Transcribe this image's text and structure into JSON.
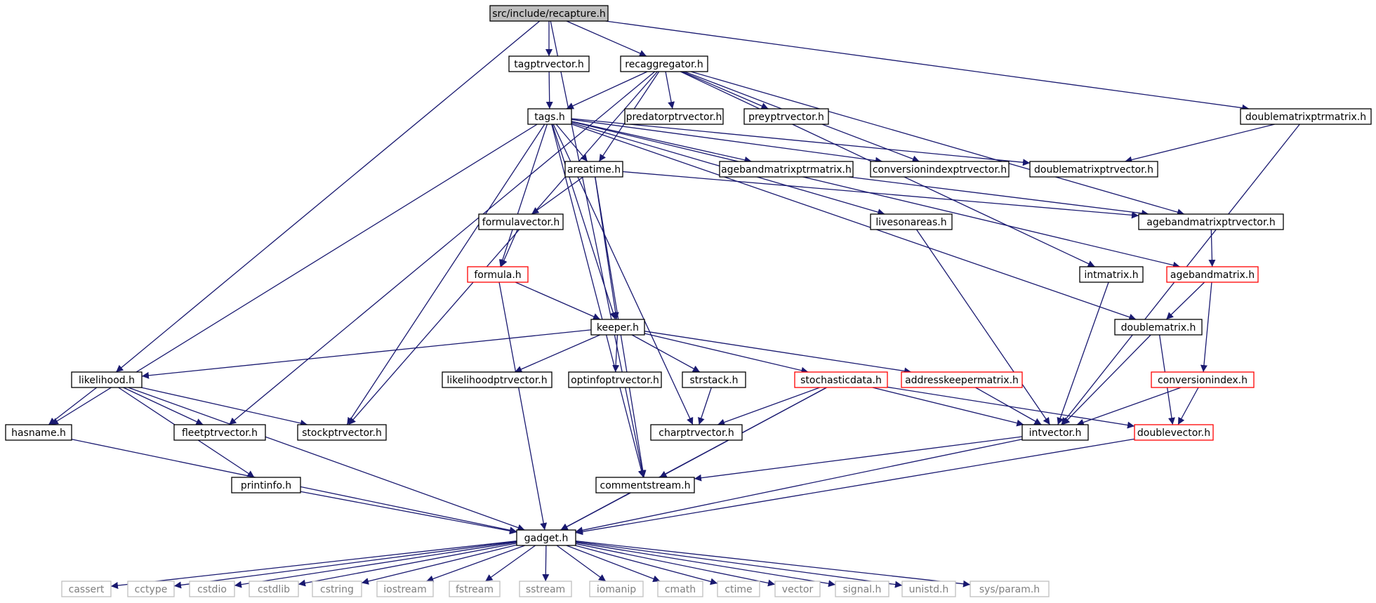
{
  "nodes": [
    {
      "id": "recapture",
      "label": "src/include/recapture.h",
      "style": "root"
    },
    {
      "id": "tagptrvector",
      "label": "tagptrvector.h",
      "style": "normal"
    },
    {
      "id": "recaggregator",
      "label": "recaggregator.h",
      "style": "normal"
    },
    {
      "id": "doublematrixptrmatrix",
      "label": "doublematrixptrmatrix.h",
      "style": "normal"
    },
    {
      "id": "tags",
      "label": "tags.h",
      "style": "normal"
    },
    {
      "id": "predatorptrvector",
      "label": "predatorptrvector.h",
      "style": "normal"
    },
    {
      "id": "preyptrvector",
      "label": "preyptrvector.h",
      "style": "normal"
    },
    {
      "id": "areatime",
      "label": "areatime.h",
      "style": "normal"
    },
    {
      "id": "agebandmatrixptrmatrix",
      "label": "agebandmatrixptrmatrix.h",
      "style": "normal"
    },
    {
      "id": "conversionindexptrvector",
      "label": "conversionindexptrvector.h",
      "style": "normal"
    },
    {
      "id": "doublematrixptrvector",
      "label": "doublematrixptrvector.h",
      "style": "normal"
    },
    {
      "id": "formulavector",
      "label": "formulavector.h",
      "style": "normal"
    },
    {
      "id": "livesonareas",
      "label": "livesonareas.h",
      "style": "normal"
    },
    {
      "id": "agebandmatrixptrvector",
      "label": "agebandmatrixptrvector.h",
      "style": "normal"
    },
    {
      "id": "formula",
      "label": "formula.h",
      "style": "truncated"
    },
    {
      "id": "intmatrix",
      "label": "intmatrix.h",
      "style": "normal"
    },
    {
      "id": "agebandmatrix",
      "label": "agebandmatrix.h",
      "style": "truncated"
    },
    {
      "id": "keeper",
      "label": "keeper.h",
      "style": "normal"
    },
    {
      "id": "doublematrix",
      "label": "doublematrix.h",
      "style": "normal"
    },
    {
      "id": "likelihood",
      "label": "likelihood.h",
      "style": "normal"
    },
    {
      "id": "likelihoodptrvector",
      "label": "likelihoodptrvector.h",
      "style": "normal"
    },
    {
      "id": "optinfoptrvector",
      "label": "optinfoptrvector.h",
      "style": "normal"
    },
    {
      "id": "strstack",
      "label": "strstack.h",
      "style": "normal"
    },
    {
      "id": "stochasticdata",
      "label": "stochasticdata.h",
      "style": "truncated"
    },
    {
      "id": "addresskeepermatrix",
      "label": "addresskeepermatrix.h",
      "style": "truncated"
    },
    {
      "id": "conversionindex",
      "label": "conversionindex.h",
      "style": "truncated"
    },
    {
      "id": "hasname",
      "label": "hasname.h",
      "style": "normal"
    },
    {
      "id": "fleetptrvector",
      "label": "fleetptrvector.h",
      "style": "normal"
    },
    {
      "id": "stockptrvector",
      "label": "stockptrvector.h",
      "style": "normal"
    },
    {
      "id": "charptrvector",
      "label": "charptrvector.h",
      "style": "normal"
    },
    {
      "id": "intvector",
      "label": "intvector.h",
      "style": "normal"
    },
    {
      "id": "doublevector",
      "label": "doublevector.h",
      "style": "truncated"
    },
    {
      "id": "printinfo",
      "label": "printinfo.h",
      "style": "normal"
    },
    {
      "id": "commentstream",
      "label": "commentstream.h",
      "style": "normal"
    },
    {
      "id": "gadget",
      "label": "gadget.h",
      "style": "normal"
    },
    {
      "id": "cassert",
      "label": "cassert",
      "style": "system"
    },
    {
      "id": "cctype",
      "label": "cctype",
      "style": "system"
    },
    {
      "id": "cstdio",
      "label": "cstdio",
      "style": "system"
    },
    {
      "id": "cstdlib",
      "label": "cstdlib",
      "style": "system"
    },
    {
      "id": "cstring",
      "label": "cstring",
      "style": "system"
    },
    {
      "id": "iostream",
      "label": "iostream",
      "style": "system"
    },
    {
      "id": "fstream",
      "label": "fstream",
      "style": "system"
    },
    {
      "id": "sstream",
      "label": "sstream",
      "style": "system"
    },
    {
      "id": "iomanip",
      "label": "iomanip",
      "style": "system"
    },
    {
      "id": "cmath",
      "label": "cmath",
      "style": "system"
    },
    {
      "id": "ctime",
      "label": "ctime",
      "style": "system"
    },
    {
      "id": "vector",
      "label": "vector",
      "style": "system"
    },
    {
      "id": "signal",
      "label": "signal.h",
      "style": "system"
    },
    {
      "id": "unistd",
      "label": "unistd.h",
      "style": "system"
    },
    {
      "id": "sysparam",
      "label": "sys/param.h",
      "style": "system"
    }
  ],
  "edges": [
    [
      "recapture",
      "tagptrvector"
    ],
    [
      "recapture",
      "recaggregator"
    ],
    [
      "recapture",
      "doublematrixptrmatrix"
    ],
    [
      "recapture",
      "likelihood"
    ],
    [
      "recapture",
      "commentstream"
    ],
    [
      "tagptrvector",
      "tags"
    ],
    [
      "recaggregator",
      "tags"
    ],
    [
      "recaggregator",
      "predatorptrvector"
    ],
    [
      "recaggregator",
      "preyptrvector"
    ],
    [
      "recaggregator",
      "areatime"
    ],
    [
      "recaggregator",
      "conversionindexptrvector"
    ],
    [
      "recaggregator",
      "intmatrix"
    ],
    [
      "recaggregator",
      "agebandmatrixptrvector"
    ],
    [
      "recaggregator",
      "fleetptrvector"
    ],
    [
      "recaggregator",
      "stockptrvector"
    ],
    [
      "doublematrixptrmatrix",
      "doublematrixptrvector"
    ],
    [
      "doublematrixptrmatrix",
      "intvector"
    ],
    [
      "tags",
      "areatime"
    ],
    [
      "tags",
      "agebandmatrixptrmatrix"
    ],
    [
      "tags",
      "conversionindexptrvector"
    ],
    [
      "tags",
      "doublematrixptrvector"
    ],
    [
      "tags",
      "livesonareas"
    ],
    [
      "tags",
      "formula"
    ],
    [
      "tags",
      "keeper"
    ],
    [
      "tags",
      "hasname"
    ],
    [
      "tags",
      "stockptrvector"
    ],
    [
      "tags",
      "charptrvector"
    ],
    [
      "tags",
      "commentstream"
    ],
    [
      "tags",
      "doublematrix"
    ],
    [
      "tags",
      "agebandmatrix"
    ],
    [
      "areatime",
      "formulavector"
    ],
    [
      "areatime",
      "keeper"
    ],
    [
      "areatime",
      "commentstream"
    ],
    [
      "areatime",
      "agebandmatrixptrvector"
    ],
    [
      "agebandmatrixptrmatrix",
      "agebandmatrixptrvector"
    ],
    [
      "formulavector",
      "formula"
    ],
    [
      "livesonareas",
      "intvector"
    ],
    [
      "agebandmatrixptrvector",
      "agebandmatrix"
    ],
    [
      "formula",
      "keeper"
    ],
    [
      "formula",
      "gadget"
    ],
    [
      "intmatrix",
      "intvector"
    ],
    [
      "agebandmatrix",
      "doublematrix"
    ],
    [
      "agebandmatrix",
      "conversionindex"
    ],
    [
      "keeper",
      "likelihood"
    ],
    [
      "keeper",
      "likelihoodptrvector"
    ],
    [
      "keeper",
      "optinfoptrvector"
    ],
    [
      "keeper",
      "strstack"
    ],
    [
      "keeper",
      "stochasticdata"
    ],
    [
      "keeper",
      "addresskeepermatrix"
    ],
    [
      "doublematrix",
      "intvector"
    ],
    [
      "doublematrix",
      "doublevector"
    ],
    [
      "likelihood",
      "hasname"
    ],
    [
      "likelihood",
      "fleetptrvector"
    ],
    [
      "likelihood",
      "stockptrvector"
    ],
    [
      "likelihood",
      "printinfo"
    ],
    [
      "likelihood",
      "gadget"
    ],
    [
      "strstack",
      "charptrvector"
    ],
    [
      "stochasticdata",
      "charptrvector"
    ],
    [
      "stochasticdata",
      "intvector"
    ],
    [
      "stochasticdata",
      "doublevector"
    ],
    [
      "stochasticdata",
      "commentstream"
    ],
    [
      "stochasticdata",
      "gadget"
    ],
    [
      "addresskeepermatrix",
      "intvector"
    ],
    [
      "conversionindex",
      "intvector"
    ],
    [
      "conversionindex",
      "doublevector"
    ],
    [
      "hasname",
      "gadget"
    ],
    [
      "intvector",
      "commentstream"
    ],
    [
      "intvector",
      "gadget"
    ],
    [
      "doublevector",
      "gadget"
    ],
    [
      "printinfo",
      "gadget"
    ],
    [
      "commentstream",
      "gadget"
    ],
    [
      "gadget",
      "cassert"
    ],
    [
      "gadget",
      "cctype"
    ],
    [
      "gadget",
      "cstdio"
    ],
    [
      "gadget",
      "cstdlib"
    ],
    [
      "gadget",
      "cstring"
    ],
    [
      "gadget",
      "iostream"
    ],
    [
      "gadget",
      "fstream"
    ],
    [
      "gadget",
      "sstream"
    ],
    [
      "gadget",
      "iomanip"
    ],
    [
      "gadget",
      "cmath"
    ],
    [
      "gadget",
      "ctime"
    ],
    [
      "gadget",
      "vector"
    ],
    [
      "gadget",
      "signal"
    ],
    [
      "gadget",
      "unistd"
    ],
    [
      "gadget",
      "sysparam"
    ]
  ],
  "colors": {
    "edge": "#191970",
    "root_fill": "#bfbfbf",
    "border": "#000000",
    "truncated_border": "#ff0000",
    "system_border": "#bfbfbf",
    "system_text": "#7f7f7f",
    "text": "#000000"
  }
}
